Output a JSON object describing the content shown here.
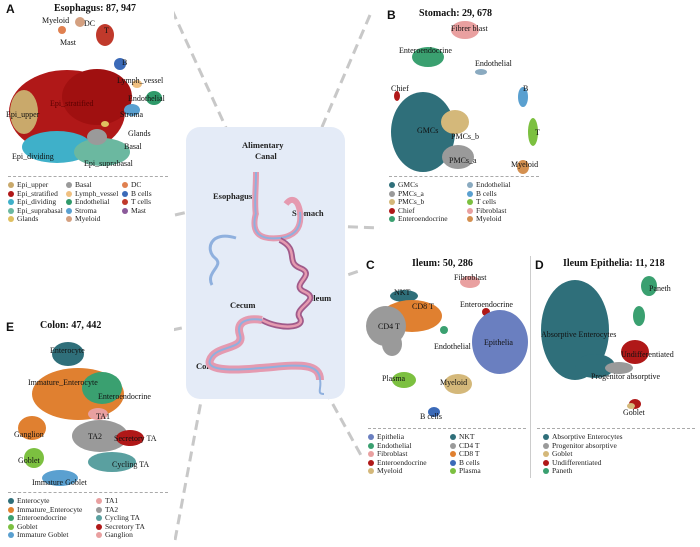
{
  "center": {
    "title": "Alimentary\nCanal",
    "title_line1": "Alimentary",
    "title_line2": "Canal",
    "labels": {
      "esophagus": "Esophagus",
      "stomach": "Stomach",
      "ileum": "Ileum",
      "cecum": "Cecum",
      "colon": "Colon"
    }
  },
  "panels": {
    "A": {
      "letter": "A",
      "title": "Esophagus: 87, 947",
      "clusters": [
        "Myeloid",
        "DC",
        "Mast",
        "T",
        "B",
        "Lymph_vessel",
        "Endothelial",
        "Epi_stratified",
        "Epi_upper",
        "Stroma",
        "Glands",
        "Basal",
        "Epi_dividing",
        "Epi_suprabasal"
      ],
      "legend": [
        {
          "label": "Epi_upper",
          "color": "#c9a96b"
        },
        {
          "label": "Basal",
          "color": "#9a9a9a"
        },
        {
          "label": "DC",
          "color": "#e08050"
        },
        {
          "label": "Epi_stratified",
          "color": "#b01818"
        },
        {
          "label": "Lymph_vessel",
          "color": "#f0c080"
        },
        {
          "label": "B cells",
          "color": "#3b6ab8"
        },
        {
          "label": "Epi_dividing",
          "color": "#3fb0c9"
        },
        {
          "label": "Endothelial",
          "color": "#2f9a6a"
        },
        {
          "label": "T cells",
          "color": "#c0392b"
        },
        {
          "label": "Epi_suprabasal",
          "color": "#6bb8a0"
        },
        {
          "label": "Stroma",
          "color": "#5aa0d0"
        },
        {
          "label": "Mast",
          "color": "#8b5a9a"
        },
        {
          "label": "Glands",
          "color": "#e0c060"
        },
        {
          "label": "Myeloid",
          "color": "#d4a080"
        }
      ]
    },
    "B": {
      "letter": "B",
      "title": "Stomach: 29, 678",
      "clusters": [
        "Fibrer blast",
        "Enteroendocrine",
        "Endothelial",
        "Chief",
        "B",
        "GMCs",
        "PMCs_b",
        "T",
        "PMCs_a",
        "Myeloid"
      ],
      "legend": [
        {
          "label": "GMCs",
          "color": "#2f6f7a"
        },
        {
          "label": "Endothelial",
          "color": "#8aaac0"
        },
        {
          "label": "PMCs_a",
          "color": "#9a9a9a"
        },
        {
          "label": "B cells",
          "color": "#5aa0d0"
        },
        {
          "label": "PMCs_b",
          "color": "#d4b87a"
        },
        {
          "label": "T cells",
          "color": "#7cc040"
        },
        {
          "label": "Chief",
          "color": "#b01818"
        },
        {
          "label": "Fibroblast",
          "color": "#e9a0a0"
        },
        {
          "label": "Enteroendocrine",
          "color": "#3aa070"
        },
        {
          "label": "Myeloid",
          "color": "#d49050"
        }
      ]
    },
    "C": {
      "letter": "C",
      "title": "Ileum: 50, 286",
      "clusters": [
        "Fibroblast",
        "NKT",
        "CD8 T",
        "Enteroendocrine",
        "CD4 T",
        "Endothelial",
        "Epithelia",
        "Plasma",
        "Myeloid",
        "B cells"
      ],
      "legend": [
        {
          "label": "Epithelia",
          "color": "#6a7fc0"
        },
        {
          "label": "NKT",
          "color": "#2f6f7a"
        },
        {
          "label": "Endothelial",
          "color": "#3aa070"
        },
        {
          "label": "CD4 T",
          "color": "#9a9a9a"
        },
        {
          "label": "Fibroblast",
          "color": "#e9a0a0"
        },
        {
          "label": "CD8 T",
          "color": "#e08030"
        },
        {
          "label": "Enteroendocrine",
          "color": "#b01818"
        },
        {
          "label": "B cells",
          "color": "#3b6ab8"
        },
        {
          "label": "Myeloid",
          "color": "#d4b87a"
        },
        {
          "label": "Plasma",
          "color": "#7cc040"
        }
      ]
    },
    "D": {
      "letter": "D",
      "title": "Ileum Epithelia: 11, 218",
      "clusters": [
        "Paneth",
        "Absorptive Enterocytes",
        "Undifferentiated",
        "Progenitor absorptive",
        "Goblet"
      ],
      "legend": [
        {
          "label": "Absorptive Enterocytes",
          "color": "#2f6f7a"
        },
        {
          "label": "Progenitor absorptive",
          "color": "#9a9a9a"
        },
        {
          "label": "Goblet",
          "color": "#d4b87a"
        },
        {
          "label": "Undifferentiated",
          "color": "#b01818"
        },
        {
          "label": "Paneth",
          "color": "#3aa070"
        }
      ]
    },
    "E": {
      "letter": "E",
      "title": "Colon: 47, 442",
      "clusters": [
        "Enterocyte",
        "Immature_Enterocyte",
        "Enteroendocrine",
        "TA1",
        "Ganglion",
        "TA2",
        "Secretory TA",
        "Goblet",
        "Cycling TA",
        "Immature Goblet"
      ],
      "legend": [
        {
          "label": "Enterocyte",
          "color": "#2f6f7a"
        },
        {
          "label": "TA1",
          "color": "#e9a0a0"
        },
        {
          "label": "Immature_Enterocyte",
          "color": "#e08030"
        },
        {
          "label": "TA2",
          "color": "#9a9a9a"
        },
        {
          "label": "Enteroendocrine",
          "color": "#3aa070"
        },
        {
          "label": "Cycling TA",
          "color": "#5aa0a0"
        },
        {
          "label": "Goblet",
          "color": "#7cc040"
        },
        {
          "label": "Secretory TA",
          "color": "#b01818"
        },
        {
          "label": "Immature Goblet",
          "color": "#5aa0d0"
        },
        {
          "label": "Ganglion",
          "color": "#e9a0a0"
        }
      ]
    }
  }
}
